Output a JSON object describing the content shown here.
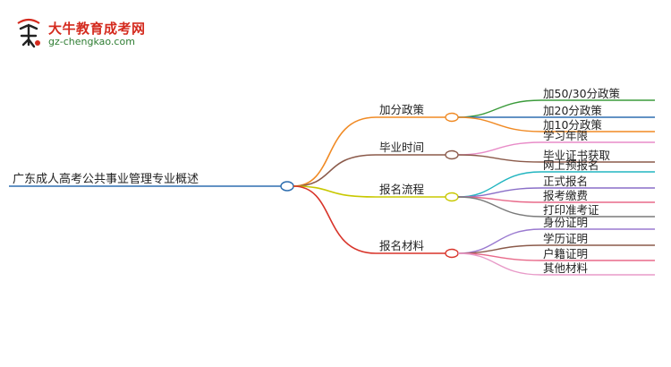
{
  "logo": {
    "title": "大牛教育成考网",
    "url": "gz-chengkao.com"
  },
  "root": "广东成人高考公共事业管理专业概述",
  "branches": [
    {
      "label": "加分政策",
      "color": "#f08a24",
      "children": [
        {
          "label": "加50/30分政策",
          "color": "#3b9b3b"
        },
        {
          "label": "加20分政策",
          "color": "#2f6fb0"
        },
        {
          "label": "加10分政策",
          "color": "#f08a24"
        }
      ]
    },
    {
      "label": "毕业时间",
      "color": "#8b5a4a",
      "children": [
        {
          "label": "学习年限",
          "color": "#e88cc8"
        },
        {
          "label": "毕业证书获取",
          "color": "#8b5a4a"
        }
      ]
    },
    {
      "label": "报名流程",
      "color": "#c8c800",
      "children": [
        {
          "label": "网上预报名",
          "color": "#22b5c0"
        },
        {
          "label": "正式报名",
          "color": "#8a6fc8"
        },
        {
          "label": "报考缴费",
          "color": "#e86a8a"
        },
        {
          "label": "打印准考证",
          "color": "#7a7a7a"
        }
      ]
    },
    {
      "label": "报名材料",
      "color": "#d8342a",
      "children": [
        {
          "label": "身份证明",
          "color": "#9a7ad0"
        },
        {
          "label": "学历证明",
          "color": "#8b5a4a"
        },
        {
          "label": "户籍证明",
          "color": "#e86a8a"
        },
        {
          "label": "其他材料",
          "color": "#e89ac8"
        }
      ]
    }
  ]
}
